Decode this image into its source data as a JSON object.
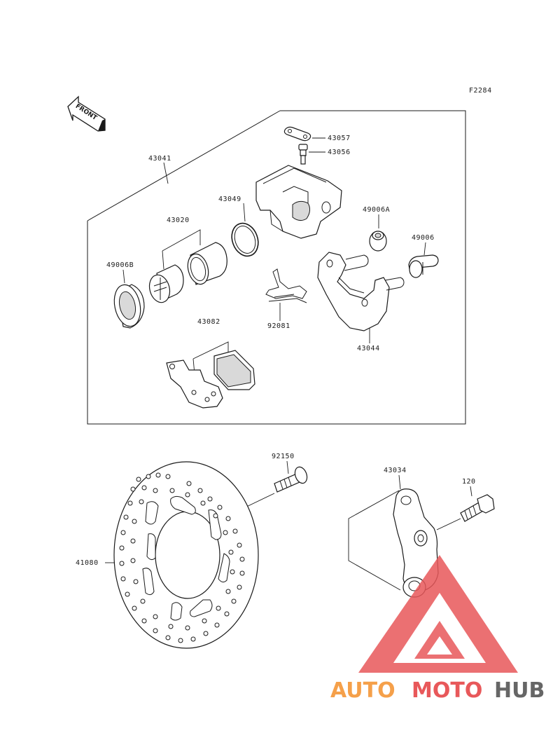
{
  "figure_code": "F2284",
  "front_label": "FRONT",
  "parts": {
    "caliper_assy": "43041",
    "bracket_plate": "43057",
    "bleeder_valve": "43056",
    "seal_kit": "43049",
    "boot_a": "49006A",
    "pin_boot": "49006",
    "piston_set": "43020",
    "dust_seal": "49006B",
    "spring": "92081",
    "holder": "43044",
    "pad_set": "43082",
    "bolt_disc": "92150",
    "disc": "41080",
    "caliper_bracket": "43034",
    "bolt": "120"
  },
  "watermark": {
    "part1": "AUTO",
    "part2": "MOTO",
    "part3": "HUB",
    "color_orange": "#f5a04a",
    "color_red": "#e8585a",
    "color_gray": "#666666"
  }
}
